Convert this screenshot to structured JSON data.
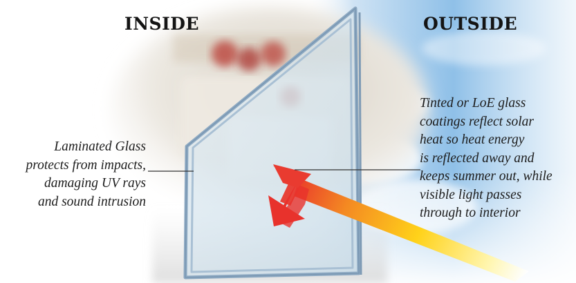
{
  "headings": {
    "inside": "INSIDE",
    "outside": "OUTSIDE"
  },
  "captions": {
    "laminated": [
      "Laminated Glass",
      "protects from impacts,",
      "damaging UV rays",
      "and sound intrusion"
    ],
    "tinted": [
      "Tinted or LoE glass",
      "coatings reflect solar",
      "heat so heat energy",
      "is reflected away and",
      "keeps summer out, while",
      "visible light passes",
      "through to interior"
    ]
  },
  "colors": {
    "sky": "#8fc0e8",
    "sky_light": "#dcecf8",
    "glass": "#d9e6ee",
    "glass_frame": "#8da9c2",
    "sun_start": "#fff6b0",
    "sun_mid": "#ffd21a",
    "heat_red": "#e8322c",
    "text": "#1d1d1d"
  },
  "icons": [
    "sun-ray-arrow",
    "reflected-heat-arrow"
  ]
}
